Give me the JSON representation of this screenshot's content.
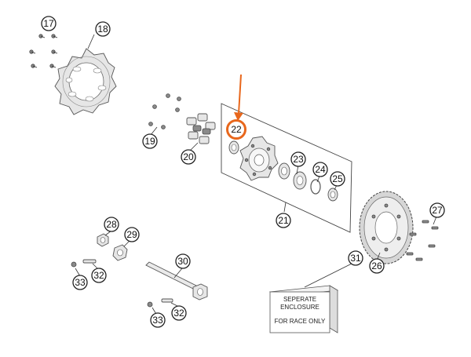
{
  "callouts": [
    {
      "id": "17",
      "label": "17"
    },
    {
      "id": "18",
      "label": "18"
    },
    {
      "id": "19",
      "label": "19"
    },
    {
      "id": "20",
      "label": "20"
    },
    {
      "id": "21",
      "label": "21"
    },
    {
      "id": "22",
      "label": "22"
    },
    {
      "id": "23",
      "label": "23"
    },
    {
      "id": "24",
      "label": "24"
    },
    {
      "id": "25",
      "label": "25"
    },
    {
      "id": "26",
      "label": "26"
    },
    {
      "id": "27",
      "label": "27"
    },
    {
      "id": "28",
      "label": "28"
    },
    {
      "id": "29",
      "label": "29"
    },
    {
      "id": "30",
      "label": "30"
    },
    {
      "id": "31",
      "label": "31"
    },
    {
      "id": "32a",
      "label": "32"
    },
    {
      "id": "32b",
      "label": "32"
    },
    {
      "id": "33a",
      "label": "33"
    },
    {
      "id": "33b",
      "label": "33"
    }
  ],
  "enclosure_box": {
    "line1": "SEPERATE",
    "line2": "ENCLOSURE",
    "line3": "FOR RACE ONLY"
  },
  "colors": {
    "highlight": "#e8671c",
    "arrow": "#e8671c",
    "outline": "#222222"
  }
}
